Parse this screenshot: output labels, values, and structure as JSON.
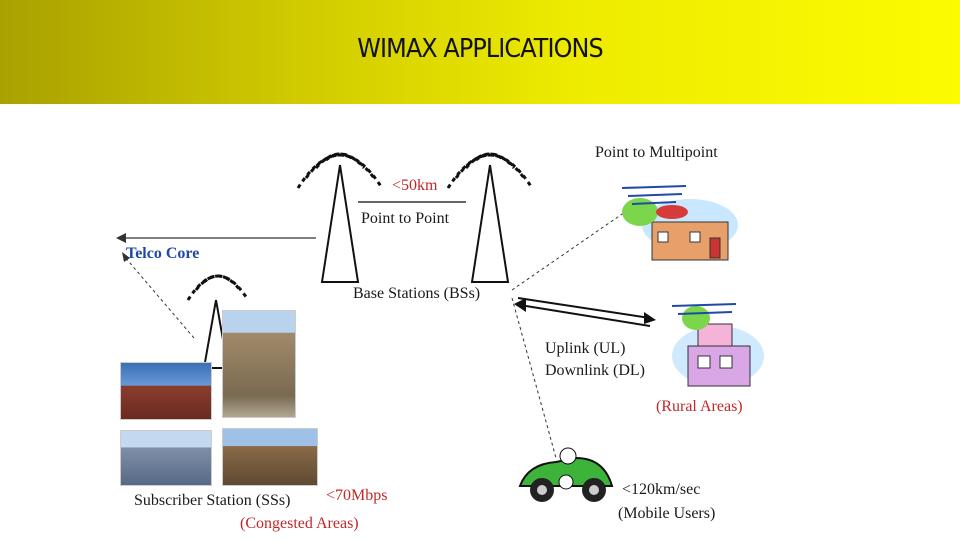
{
  "slide": {
    "title": "WIMAX APPLICATIONS"
  },
  "diagram": {
    "labels": {
      "point_to_multipoint": "Point to Multipoint",
      "distance_50": "<50km",
      "point_to_point": "Point to Point",
      "telco_core": "Telco Core",
      "base_stations": "Base Stations (BSs)",
      "uplink": "Uplink (UL)",
      "downlink": "Downlink (DL)",
      "rural_areas": "(Rural Areas)",
      "subscriber_station": "Subscriber Station (SSs)",
      "rate_70": "<70Mbps",
      "congested_areas": "(Congested Areas)",
      "speed_120": "<120km/sec",
      "mobile_users": "(Mobile Users)"
    }
  },
  "colors": {
    "accent_red": "#c0282a",
    "accent_blue": "#1f4aa8",
    "header_left": "#a9a100",
    "header_right": "#fdfb00"
  }
}
